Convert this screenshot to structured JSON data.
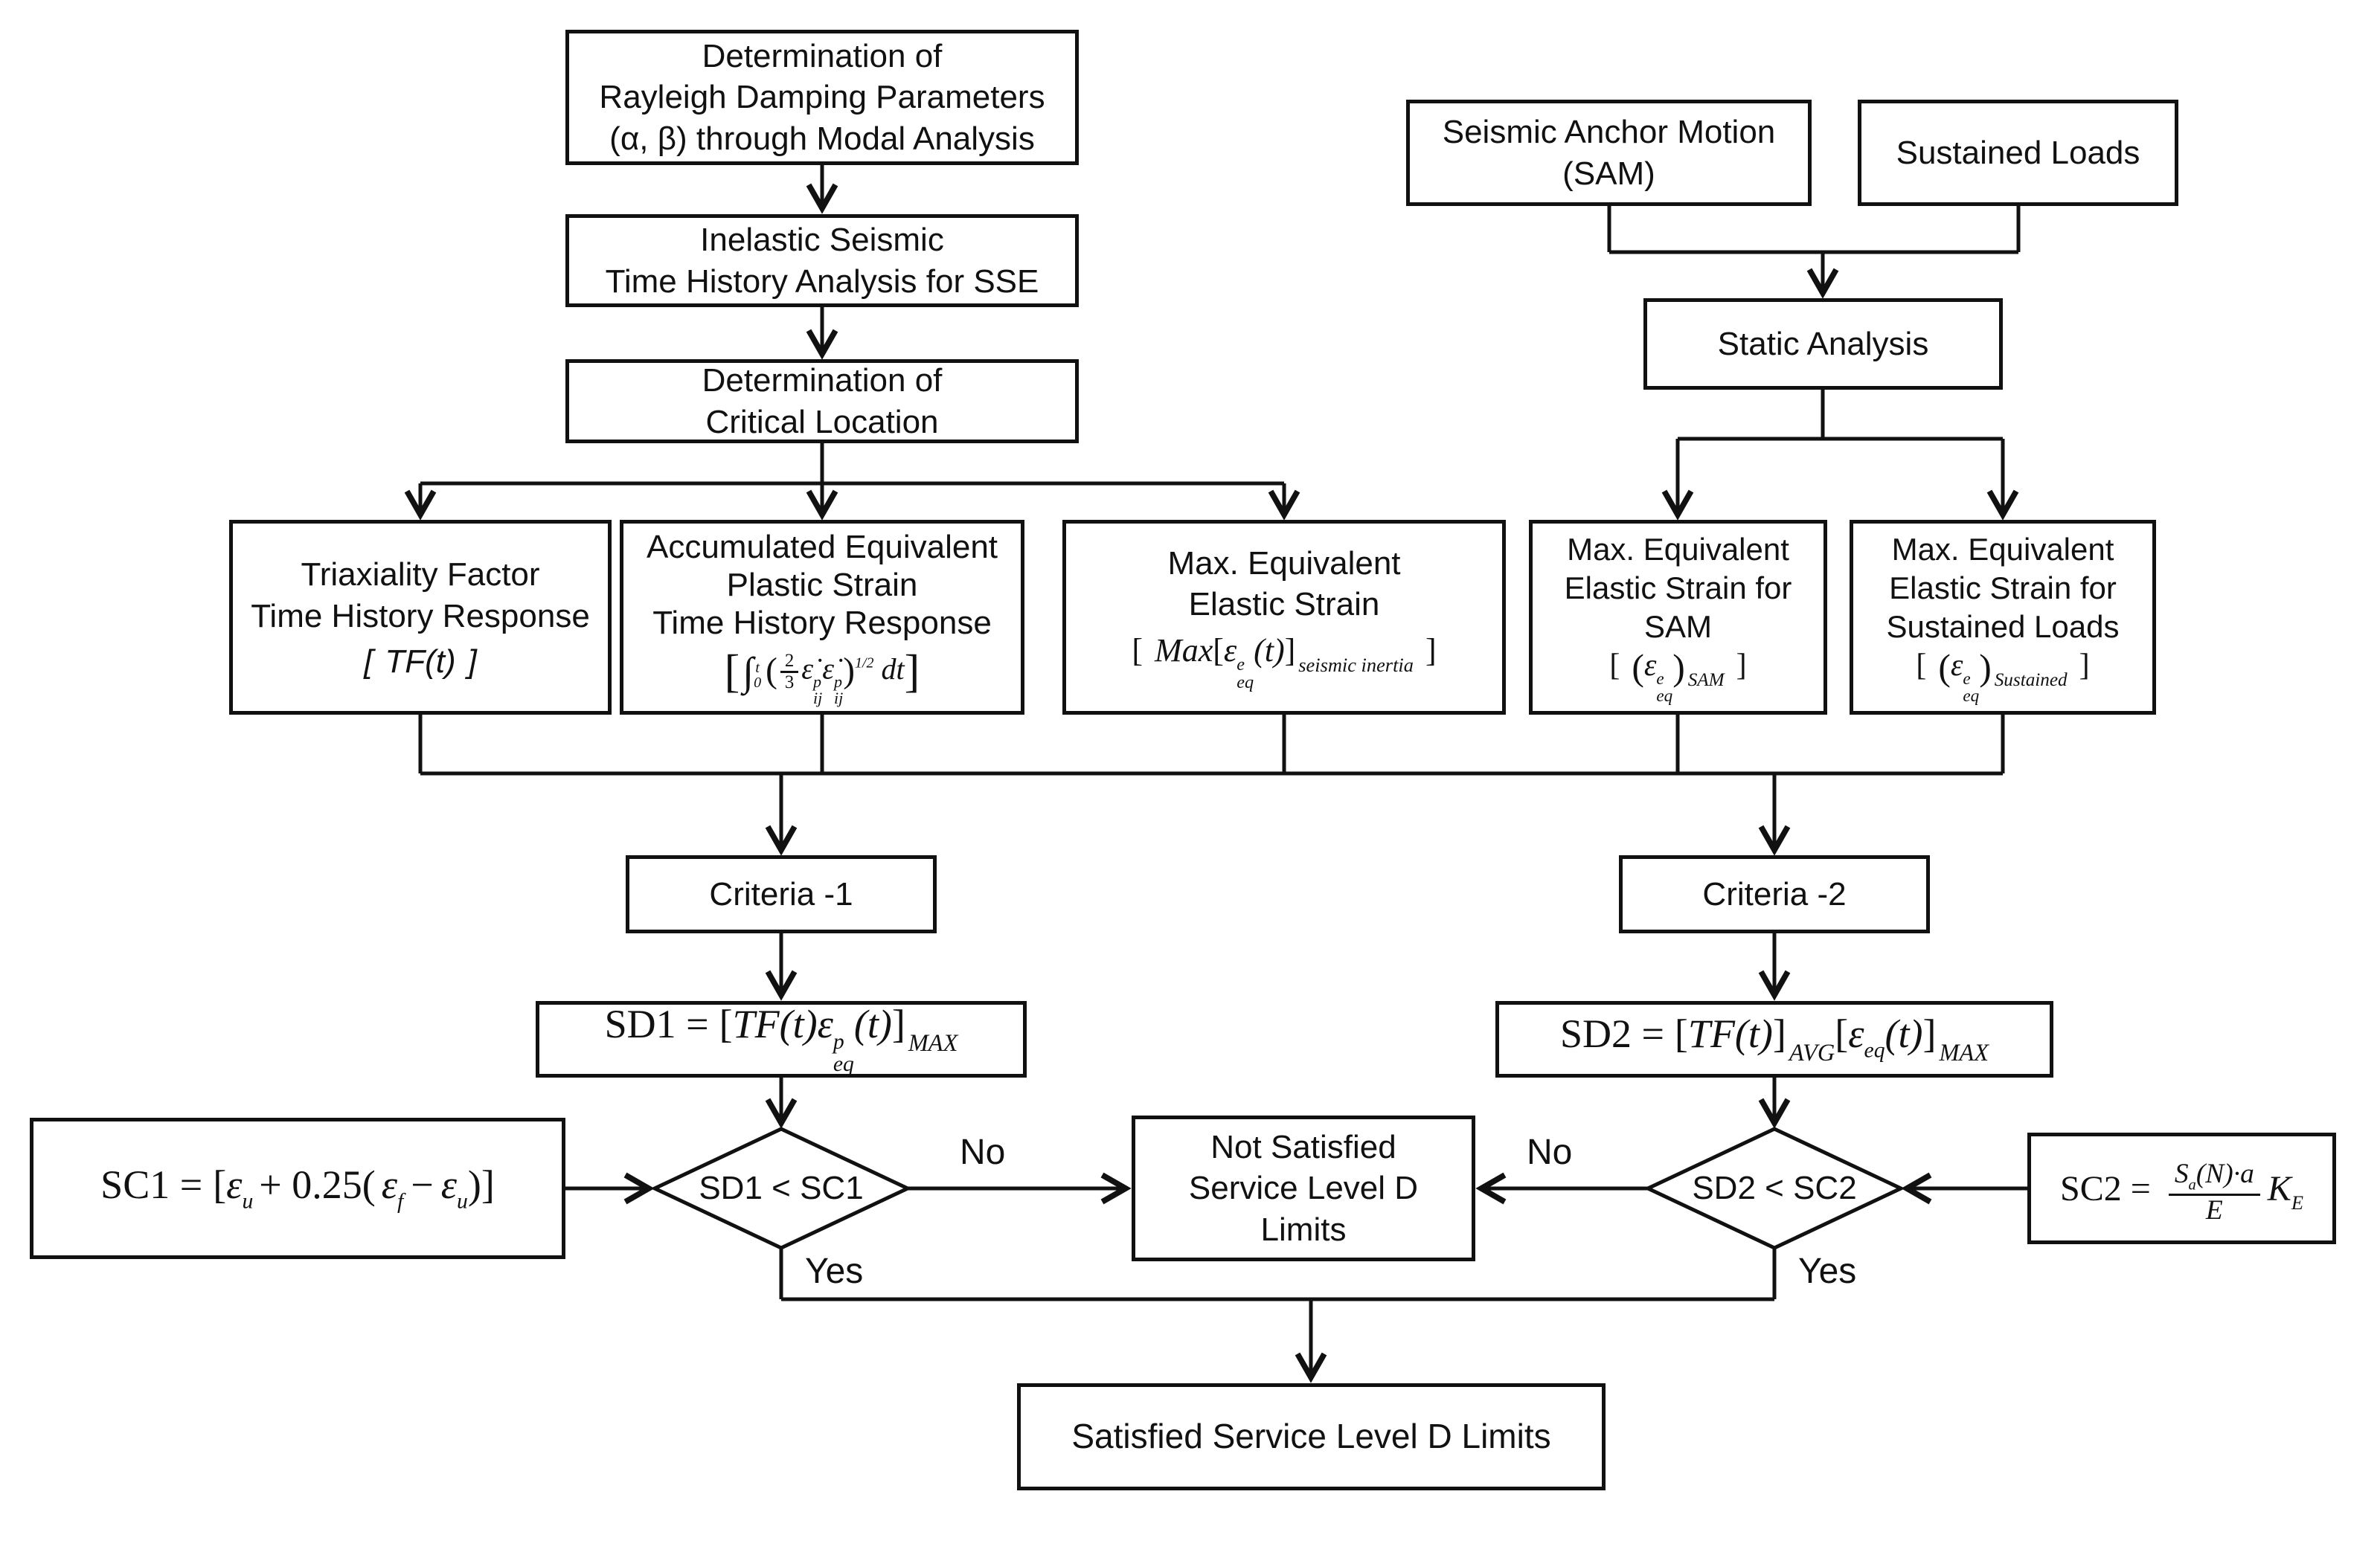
{
  "colors": {
    "ink": "#111111",
    "background": "#ffffff"
  },
  "nodes": {
    "rayleigh": {
      "lines": [
        "Determination of",
        "Rayleigh Damping Parameters",
        "(α, β) through Modal Analysis"
      ]
    },
    "inelastic": {
      "lines": [
        "Inelastic Seismic",
        "Time History Analysis for SSE"
      ]
    },
    "critical": {
      "lines": [
        "Determination of",
        "Critical Location"
      ]
    },
    "sam": {
      "lines": [
        "Seismic Anchor Motion",
        "(SAM)"
      ]
    },
    "sustained": {
      "lines": [
        "Sustained Loads"
      ]
    },
    "static_analysis": {
      "lines": [
        "Static Analysis"
      ]
    },
    "triaxiality": {
      "lines": [
        "Triaxiality Factor",
        "Time History Response"
      ]
    },
    "accumulated": {
      "lines": [
        "Accumulated Equivalent",
        "Plastic Strain",
        "Time History Response"
      ]
    },
    "max_seismic": {
      "lines": [
        "Max. Equivalent",
        "Elastic Strain"
      ]
    },
    "max_sam": {
      "lines": [
        "Max. Equivalent",
        "Elastic Strain for",
        "SAM"
      ]
    },
    "max_sustained": {
      "lines": [
        "Max. Equivalent",
        "Elastic Strain for",
        "Sustained Loads"
      ]
    },
    "criteria1": "Criteria -1",
    "criteria2": "Criteria -2",
    "decision1": "SD1 < SC1",
    "decision2": "SD2 < SC2",
    "not_satisfied": {
      "lines": [
        "Not Satisfied",
        "Service Level D",
        "Limits"
      ]
    },
    "satisfied": "Satisfied Service Level D Limits"
  },
  "labels": {
    "no_left": "No",
    "no_right": "No",
    "yes_left": "Yes",
    "yes_right": "Yes"
  },
  "formulas": {
    "tf": {
      "open": "[",
      "body": "TF(t)",
      "close": "]"
    },
    "accum": {
      "open": "[",
      "integral": "∫",
      "upper": "t",
      "lower": "0",
      "paren_open": "(",
      "frac_num": "2",
      "frac_den": "3",
      "eps1": "ε̇",
      "eps1_sup": "p",
      "eps1_sub": "ij",
      "eps2": "ε̇",
      "eps2_sup": "p",
      "eps2_sub": "ij",
      "paren_close": ")",
      "exponent": "1/2",
      "dt": "dt",
      "close": "]"
    },
    "seismic": {
      "open": "[",
      "max": "Max",
      "bracket_open": "[",
      "eps": "ε",
      "sup": "e",
      "sub": "eq",
      "arg": "(t)",
      "bracket_close": "]",
      "tag": "seismic inertia",
      "close": "]"
    },
    "sam": {
      "open": "[",
      "paren_open": "(",
      "eps": "ε",
      "sup": "e",
      "sub": "eq",
      "paren_close": ")",
      "tag": "SAM",
      "close": "]"
    },
    "sustained": {
      "open": "[",
      "paren_open": "(",
      "eps": "ε",
      "sup": "e",
      "sub": "eq",
      "paren_close": ")",
      "tag": "Sustained",
      "close": "]"
    },
    "sd1": {
      "lhs": "SD1 =",
      "open": "[",
      "tf": "TF(t)",
      "eps": "ε",
      "sup": "p",
      "sub": "eq",
      "arg": "(t)",
      "close": "]",
      "tag": "MAX"
    },
    "sd2": {
      "lhs": "SD2 =",
      "open1": "[",
      "tf": "TF(t)",
      "close1": "]",
      "tag1": "AVG",
      "open2": "[",
      "eps": "ε",
      "sub": "eq",
      "arg": "(t)",
      "close2": "]",
      "tag2": "MAX"
    },
    "sc1": {
      "lhs": "SC1 =",
      "open": "[",
      "eps1": "ε",
      "sub1": "u",
      "plus": "+ 0.25(",
      "eps2": "ε",
      "sub2": "f",
      "minus": "−",
      "eps3": "ε",
      "sub3": "u",
      "close": ")]"
    },
    "sc2": {
      "lhs": "SC2 =",
      "num_s": "S",
      "num_s_sub": "a",
      "num_rest": "(N)·a",
      "den": "E",
      "k": "K",
      "k_sub": "E"
    }
  }
}
